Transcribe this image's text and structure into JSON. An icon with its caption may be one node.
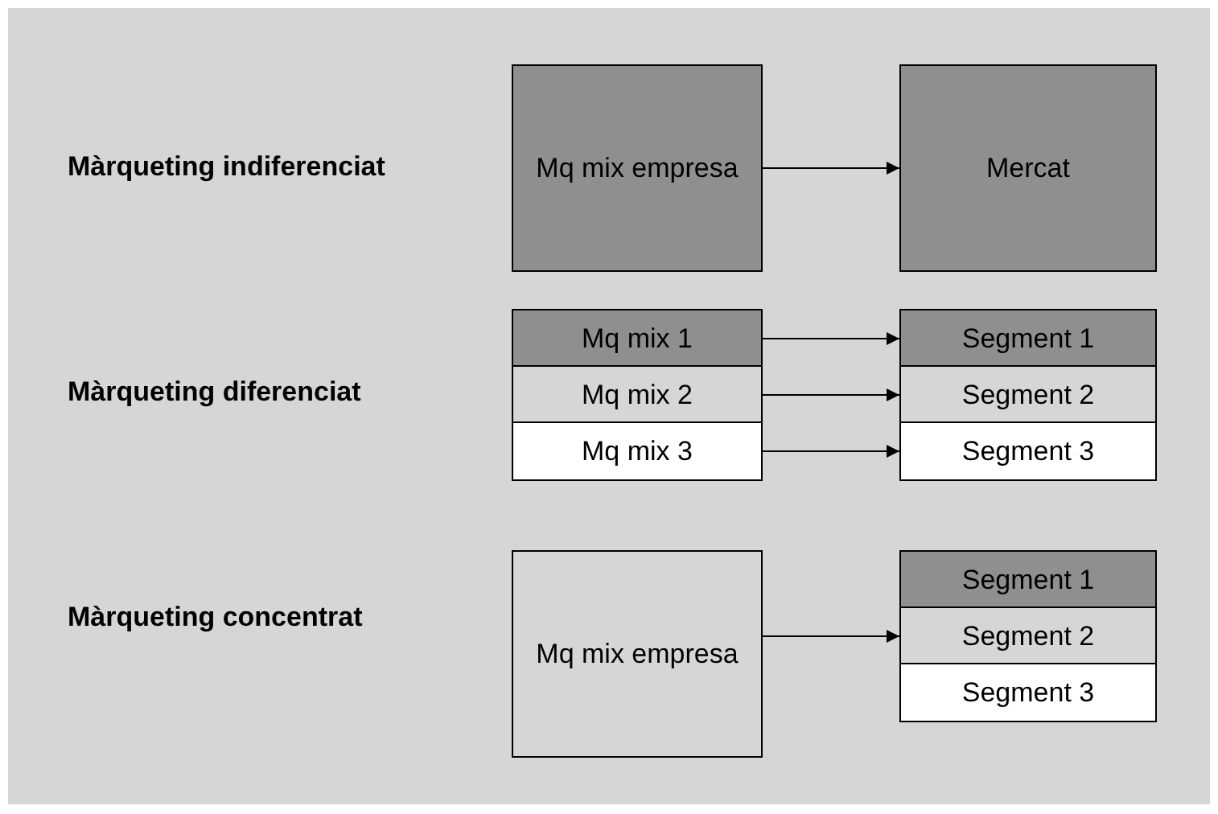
{
  "diagram": {
    "nodes": [
      {
        "text": [
          "Mq mix empresa"
        ]
      },
      {
        "text": [
          "Mercat"
        ]
      },
      {
        "text": [
          "Mq mix 1"
        ]
      },
      {
        "text": [
          "Mq mix 2"
        ]
      },
      {
        "text": [
          "Mq mix 3"
        ]
      },
      {
        "text": [
          "Segment 1"
        ]
      },
      {
        "text": [
          "Segment 2"
        ]
      },
      {
        "text": [
          "Segment 3"
        ]
      },
      {
        "text": [
          "Mq mix empresa"
        ]
      },
      {
        "text": [
          "Segment 1"
        ]
      },
      {
        "text": [
          "Segment 2"
        ]
      },
      {
        "text": [
          "Segment 3"
        ]
      }
    ],
    "edges": [
      {
        "from": 0,
        "to": 1,
        "arrow": "to"
      },
      {
        "from": 2,
        "to": 5,
        "arrow": "to"
      },
      {
        "from": 3,
        "to": 6,
        "arrow": "to"
      },
      {
        "from": 4,
        "to": 7,
        "arrow": "to"
      },
      {
        "from": 8,
        "to": 10,
        "arrow": "to"
      }
    ],
    "labels": [
      "Màrqueting indiferenciat",
      "Màrqueting diferenciat",
      "Màrqueting concentrat"
    ]
  }
}
